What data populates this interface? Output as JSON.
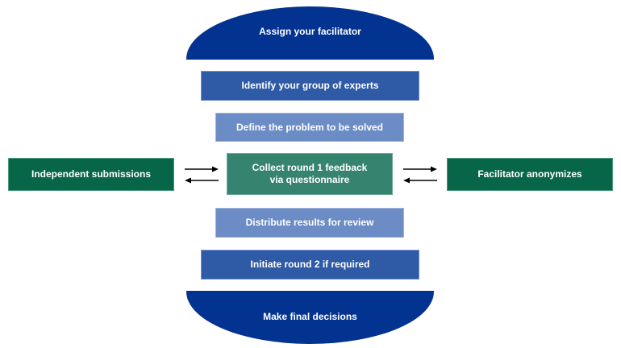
{
  "diagram": {
    "top_cap": {
      "label": "Assign your facilitator"
    },
    "steps": [
      {
        "label": "Identify your group of experts"
      },
      {
        "label": "Define the problem to be solved"
      },
      {
        "label_line1": "Collect round 1 feedback",
        "label_line2": "via questionnaire"
      },
      {
        "label": "Distribute results for review"
      },
      {
        "label": "Initiate round 2 if required"
      }
    ],
    "bottom_cap": {
      "label": "Make final decisions"
    },
    "side_left": {
      "label": "Independent submissions"
    },
    "side_right": {
      "label": "Facilitator anonymizes"
    },
    "connectors": {
      "left": "bidirectional-arrows",
      "right": "bidirectional-arrows"
    },
    "colors": {
      "navy": "#033391",
      "dark_blue": "#2f5aa6",
      "light_blue": "#6c8cc5",
      "mid_green": "#368470",
      "dark_green": "#066647",
      "arrow": "#000000"
    }
  }
}
